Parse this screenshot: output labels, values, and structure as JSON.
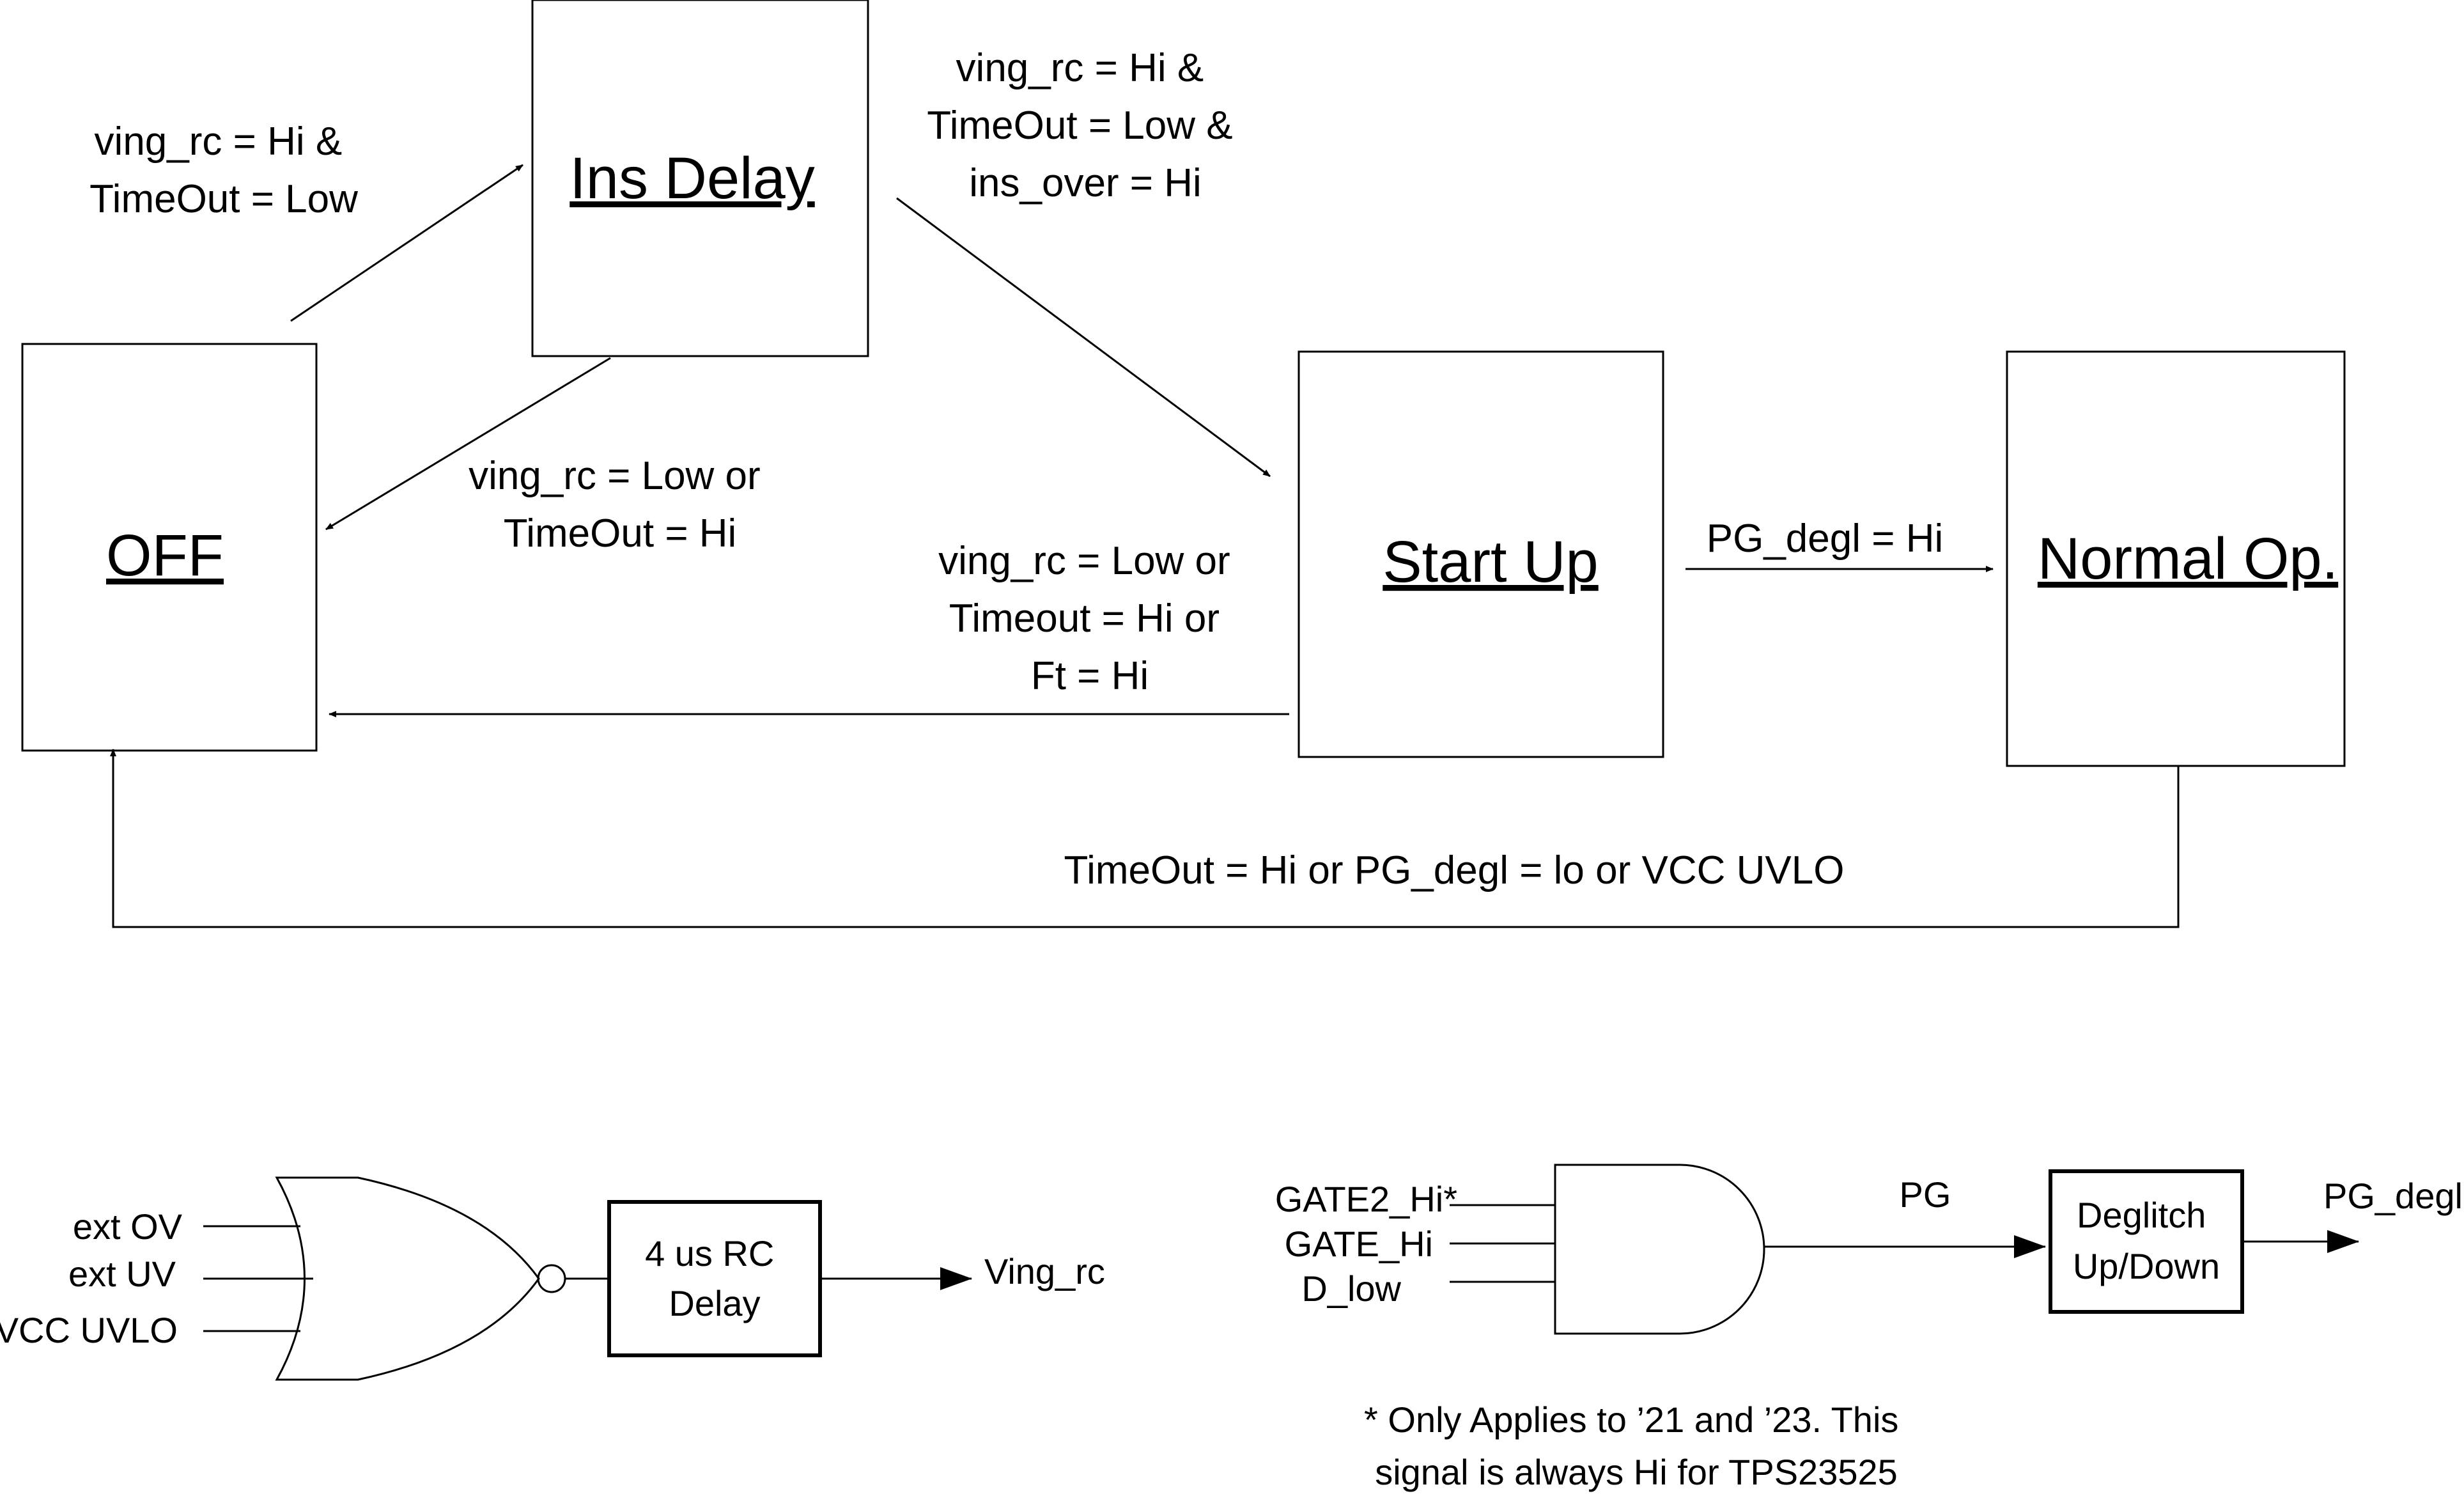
{
  "states": {
    "off": "OFF",
    "ins_delay": "Ins Delay",
    "start_up": "Start Up",
    "normal_op": "Normal Op."
  },
  "transitions": {
    "off_to_ins_delay": [
      "ving_rc = Hi &",
      "TimeOut = Low"
    ],
    "ins_delay_to_start_up": [
      "ving_rc = Hi &",
      "TimeOut = Low &",
      "ins_over = Hi"
    ],
    "ins_delay_to_off": [
      "ving_rc = Low or",
      "TimeOut = Hi"
    ],
    "start_up_to_off": [
      "ving_rc = Low or",
      "Timeout = Hi or",
      "Ft = Hi"
    ],
    "start_up_to_normal_op": [
      "PG_degl = Hi"
    ],
    "normal_op_to_off": [
      "TimeOut = Hi or PG_degl = lo or VCC UVLO"
    ]
  },
  "nor_circuit": {
    "inputs": [
      "ext OV",
      "ext UV",
      "VCC UVLO"
    ],
    "block": [
      "4 us RC",
      "Delay"
    ],
    "output": "Ving_rc"
  },
  "and_circuit": {
    "inputs": [
      "GATE2_Hi*",
      "GATE_Hi",
      "D_low"
    ],
    "intermediate": "PG",
    "block": [
      "Deglitch",
      "Up/Down"
    ],
    "output": "PG_degl"
  },
  "footnote": [
    "* Only Applies to ’21 and ’23. This",
    "signal is always Hi for TPS23525"
  ]
}
